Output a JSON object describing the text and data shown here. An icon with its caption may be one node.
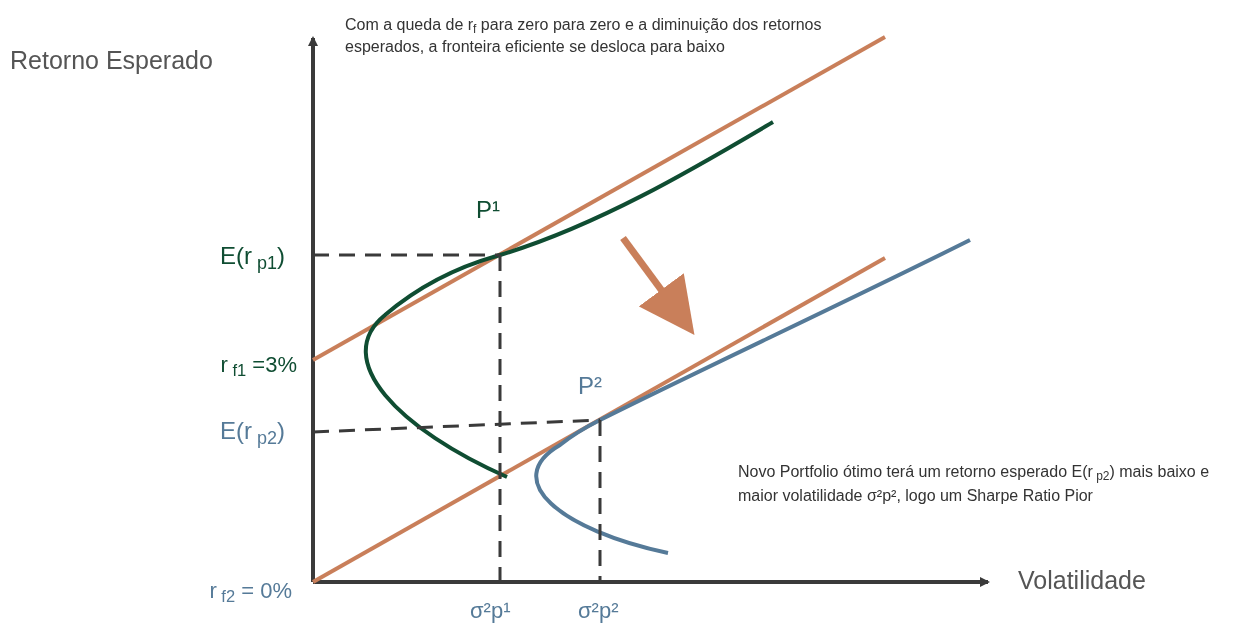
{
  "diagram": {
    "labels": [
      "Com a queda de r$_{f}$ para zero para zero e a diminuição dos retornos esperados, a fronteira eficiente se desloca para baixo",
      "Retorno Esperado",
      "P¹",
      "E(r$_{ p1}$)",
      "r$_{ f1}$ =3%",
      "P²",
      "E(r$_{ p2}$)",
      "Novo Portfolio ótimo terá um retorno esperado E(r$_{ p2}$) mais baixo e maior volatilidade  σ²p², logo um Sharpe Ratio Pior",
      "r$_{ f2}$ = 0%",
      "Volatilidade",
      "σ²p¹",
      "σ²p²"
    ]
  }
}
